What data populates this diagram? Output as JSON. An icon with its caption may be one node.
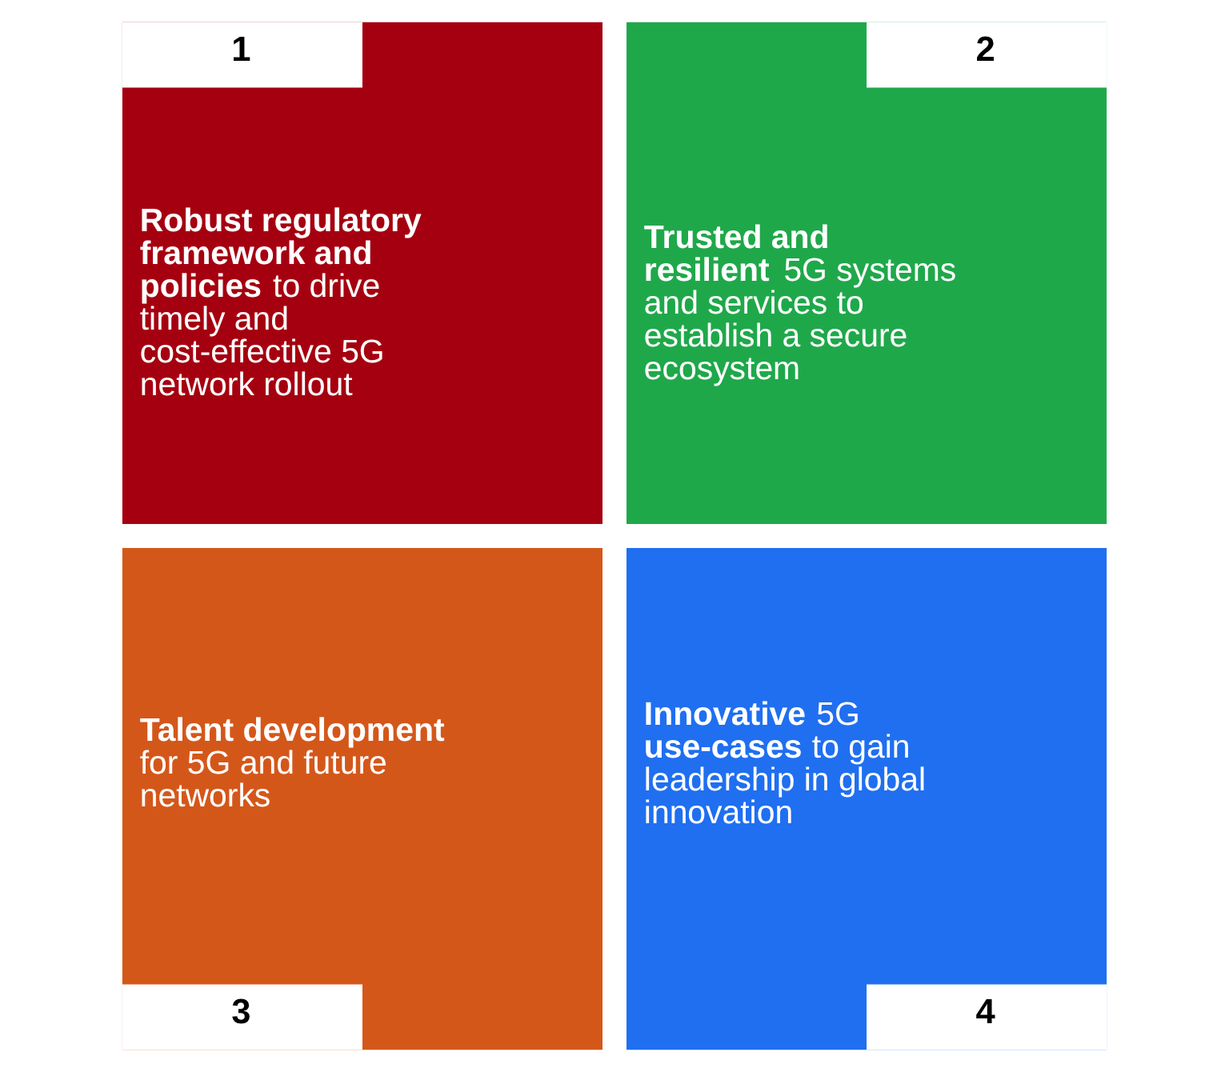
{
  "diagram": {
    "nodes": [
      {
        "text": [
          "1",
          "**Robust regulatory framework and policies** to drive timely and cost-effective 5G network rollout"
        ]
      },
      {
        "text": [
          "2",
          "**Trusted and resilient** 5G systems and services to establish a secure ecosystem"
        ]
      },
      {
        "text": [
          "**Talent development** for 5G and future networks",
          "3"
        ]
      },
      {
        "text": [
          "**Innovative** 5G **use-cases** to gain leadership in global innovation",
          "4"
        ]
      }
    ]
  }
}
